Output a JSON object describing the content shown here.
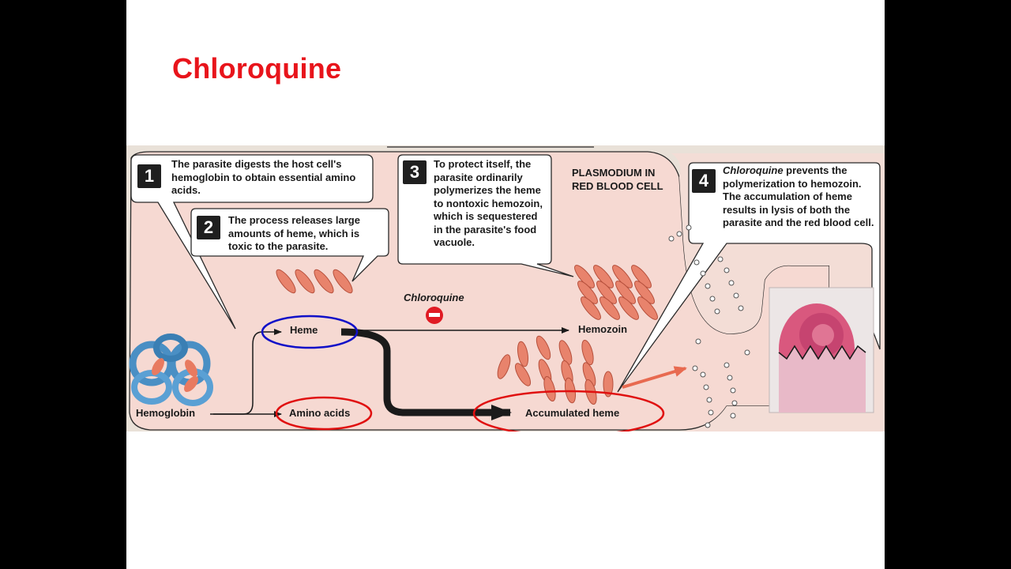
{
  "slide": {
    "title": "Chloroquine"
  },
  "diagram": {
    "callouts": [
      {
        "number": "1",
        "text": "The parasite digests the host cell's hemoglobin to obtain essential amino acids."
      },
      {
        "number": "2",
        "text": "The process releases large amounts of  heme, which is toxic to the parasite."
      },
      {
        "number": "3",
        "text": "To protect itself, the parasite ordinarily polymerizes the heme to nontoxic hemozoin, which is sequestered in the parasite's food vacuole."
      },
      {
        "number": "4",
        "text_italic": "Chloroquine",
        "text": " prevents the polymerization to hemozoin. The accumulation of heme results in lysis of both the parasite and the red blood cell."
      }
    ],
    "cell_label": "PLASMODIUM IN RED BLOOD CELL",
    "labels": {
      "hemoglobin": "Hemoglobin",
      "heme": "Heme",
      "amino_acids": "Amino acids",
      "hemozoin": "Hemozoin",
      "accumulated_heme": "Accumulated heme",
      "chloroquine": "Chloroquine"
    },
    "highlight_colors": {
      "heme_circle": "#1010c8",
      "amino_acids_circle": "#e01010",
      "accumulated_heme_circle": "#e01010"
    }
  }
}
